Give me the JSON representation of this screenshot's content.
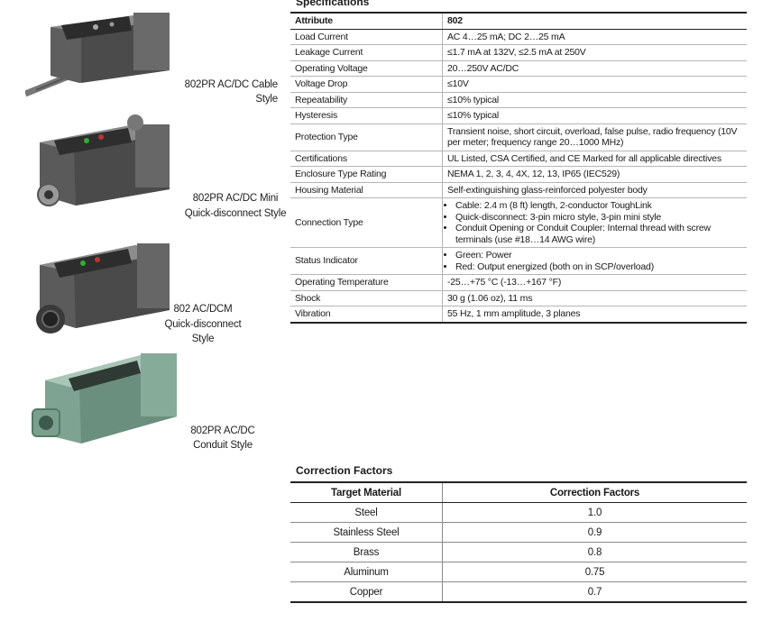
{
  "products": [
    {
      "caption": "802PR AC/DC Cable Style"
    },
    {
      "caption_line1": "802PR AC/DC Mini",
      "caption_line2": "Quick-disconnect Style"
    },
    {
      "caption_line1": "802 AC/DCM",
      "caption_line2": "Quick-disconnect Style"
    },
    {
      "caption_line1": "802PR AC/DC",
      "caption_line2": "Conduit Style"
    }
  ],
  "specifications": {
    "title": "Specifications",
    "header": {
      "attribute": "Attribute",
      "value": "802"
    },
    "rows": [
      {
        "attribute": "Load Current",
        "value": "AC 4…25 mA; DC 2…25 mA"
      },
      {
        "attribute": "Leakage Current",
        "value": "≤1.7 mA at 132V, ≤2.5 mA at 250V"
      },
      {
        "attribute": "Operating Voltage",
        "value": "20…250V AC/DC"
      },
      {
        "attribute": "Voltage Drop",
        "value": "≤10V"
      },
      {
        "attribute": "Repeatability",
        "value": "≤10% typical"
      },
      {
        "attribute": "Hysteresis",
        "value": "≤10% typical"
      },
      {
        "attribute": "Protection Type",
        "value": "Transient noise, short circuit, overload, false pulse, radio frequency (10V per meter; frequency range 20…1000 MHz)"
      },
      {
        "attribute": "Certifications",
        "value": "UL Listed, CSA Certified, and CE Marked for all applicable directives"
      },
      {
        "attribute": "Enclosure Type Rating",
        "value": "NEMA 1, 2, 3, 4, 4X, 12, 13, IP65 (IEC529)"
      },
      {
        "attribute": "Housing Material",
        "value": "Self-extinguishing glass-reinforced polyester body"
      },
      {
        "attribute": "Connection Type",
        "bullets": [
          "Cable: 2.4 m (8 ft) length, 2-conductor ToughLink",
          "Quick-disconnect: 3-pin micro style, 3-pin mini style",
          "Conduit Opening or Conduit Coupler: Internal thread with screw terminals (use #18…14 AWG wire)"
        ]
      },
      {
        "attribute": "Status Indicator",
        "bullets": [
          "Green: Power",
          "Red: Output energized (both on in SCP/overload)"
        ]
      },
      {
        "attribute": "Operating Temperature",
        "value": "-25…+75 °C (-13…+167 °F)"
      },
      {
        "attribute": "Shock",
        "value": "30 g (1.06 oz), 11 ms"
      },
      {
        "attribute": "Vibration",
        "value": "55 Hz, 1 mm amplitude, 3 planes"
      }
    ]
  },
  "correction_factors": {
    "title": "Correction Factors",
    "header": {
      "material": "Target Material",
      "factor": "Correction Factors"
    },
    "rows": [
      {
        "material": "Steel",
        "factor": "1.0"
      },
      {
        "material": "Stainless Steel",
        "factor": "0.9"
      },
      {
        "material": "Brass",
        "factor": "0.8"
      },
      {
        "material": "Aluminum",
        "factor": "0.75"
      },
      {
        "material": "Copper",
        "factor": "0.7"
      }
    ]
  },
  "colors": {
    "housing_gray": "#5c5c5c",
    "housing_green": "#7fa392",
    "rule": "#222222"
  }
}
